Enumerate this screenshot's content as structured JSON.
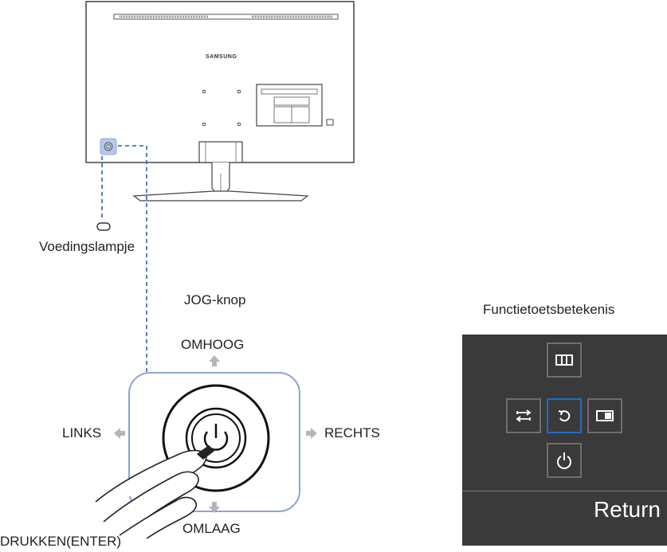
{
  "monitor": {
    "brand": "SAMSUNG"
  },
  "labels": {
    "power_lamp": "Voedingslampje",
    "jog_button": "JOG-knop",
    "up": "OMHOOG",
    "left": "LINKS",
    "right": "RECHTS",
    "down": "OMLAAG",
    "press": "DRUKKEN(ENTER)",
    "function_key_guide": "Functietoetsbetekenis"
  },
  "menu": {
    "keys": [
      {
        "name": "picture-mode-icon"
      },
      {
        "name": "source-switch-icon"
      },
      {
        "name": "return-icon"
      },
      {
        "name": "pip-icon"
      },
      {
        "name": "power-icon"
      }
    ],
    "return_label": "Return"
  },
  "colors": {
    "dashed_line": "#4a6fb8",
    "highlight_box": "#8ea4d6",
    "menu_background": "#3a3a3a",
    "menu_selected_border": "#1f6fbf",
    "arrow": "#b5b5b5"
  }
}
